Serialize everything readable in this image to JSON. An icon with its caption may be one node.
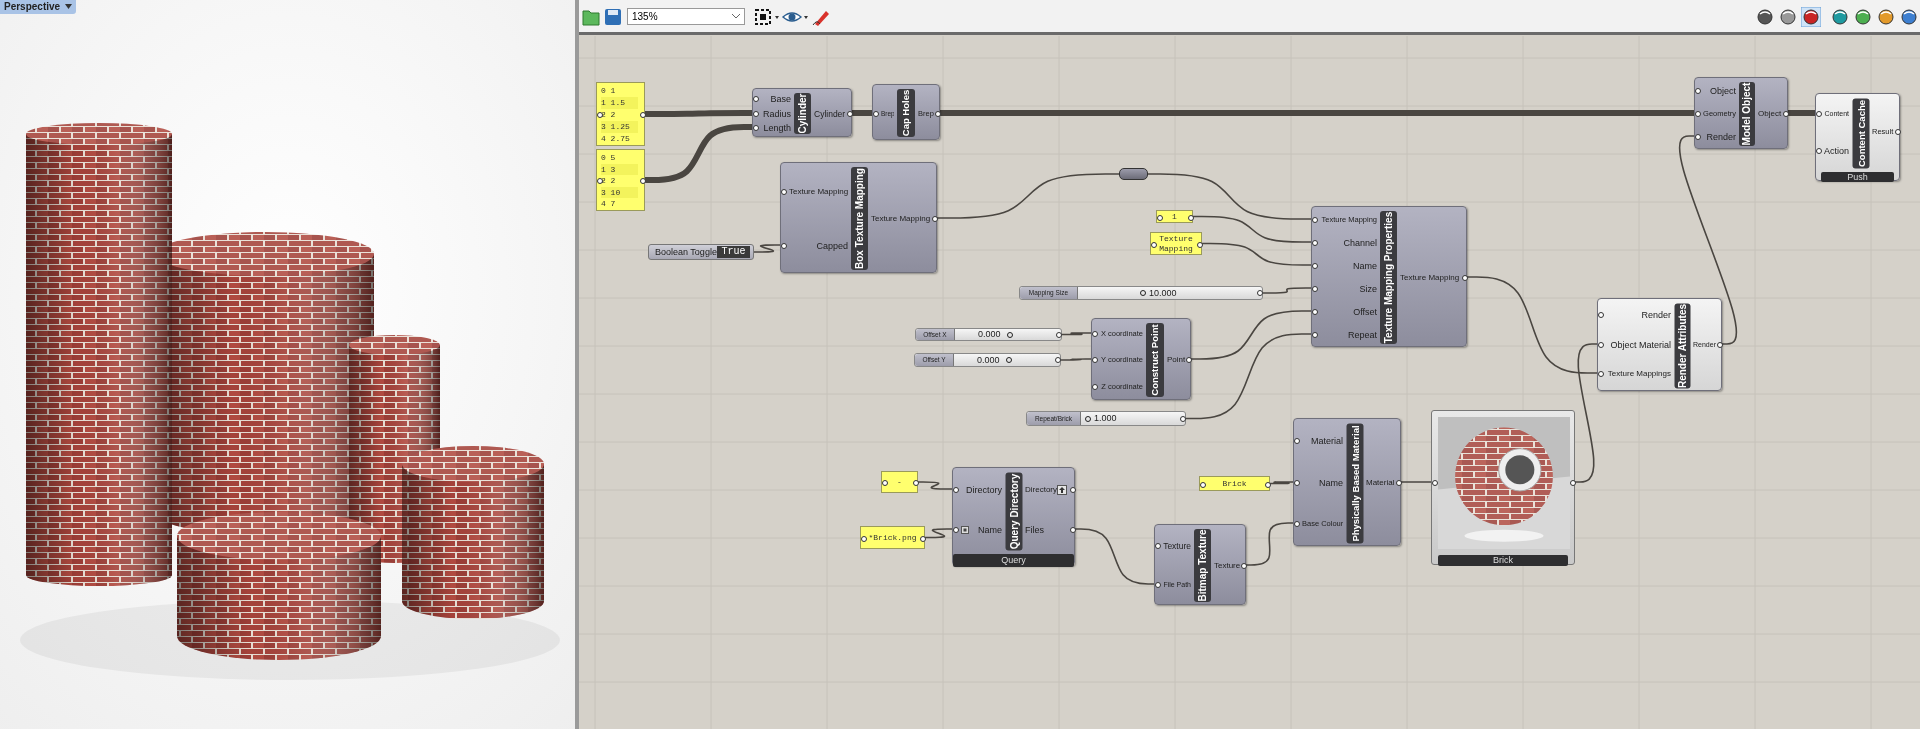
{
  "diagram": {
    "nodes": [
      {
        "text": [
          "0 1",
          "1 1.5",
          "2 2",
          "3 1.25",
          "4 2.75"
        ]
      },
      {
        "text": [
          "Base",
          "Radius",
          "Length",
          "Cylinder",
          "Cylinder"
        ]
      },
      {
        "text": [
          "Brep",
          "Cap Holes",
          "Brep"
        ]
      },
      {
        "text": [
          "Object",
          "Geometry",
          "Render",
          "Model Object",
          "Object"
        ]
      },
      {
        "text": [
          "Content",
          "Action",
          "Content Cache",
          "Result",
          "Push"
        ]
      },
      {
        "text": [
          "0 5",
          "1 3",
          "2 2",
          "3 10",
          "4 7"
        ]
      },
      {
        "text": [
          "Texture Mapping",
          "Capped",
          "Box Texture Mapping",
          "Texture Mapping"
        ]
      },
      {
        "text": [],
        "shape": "box"
      },
      {
        "text": [
          "Boolean Toggle",
          "True"
        ]
      },
      {
        "text": [
          "1"
        ]
      },
      {
        "text": [
          "Texture Mapping"
        ]
      },
      {
        "text": [
          "Texture Mapping",
          "Channel",
          "Name",
          "Size",
          "Offset",
          "Repeat",
          "Texture Mapping Properties",
          "Texture Mapping"
        ]
      },
      {
        "text": [
          "Mapping Size",
          "10.000"
        ]
      },
      {
        "text": [
          "Offset X",
          "0.000"
        ]
      },
      {
        "text": [
          "Offset Y",
          "0.000"
        ]
      },
      {
        "text": [
          "X coordinate",
          "Y coordinate",
          "Z coordinate",
          "Construct Point",
          "Point"
        ]
      },
      {
        "text": [
          "Render",
          "Object Material",
          "Texture Mappings",
          "Render Attributes",
          "Render"
        ]
      },
      {
        "text": [
          "Repeat/Brick",
          "1.000"
        ]
      },
      {
        "text": [
          "Material",
          "Name",
          "Base Colour",
          "Physically Based Material",
          "Material"
        ]
      },
      {
        "text": [
          "Brick"
        ]
      },
      {
        "text": [
          "-"
        ]
      },
      {
        "text": [
          "*Brick.png"
        ]
      },
      {
        "text": [
          "Directory",
          "Name",
          "Query Directory",
          "Directory",
          "Files",
          "Query"
        ]
      },
      {
        "text": [
          "Brick"
        ]
      },
      {
        "text": [
          "Texture",
          "File Path",
          "Bitmap Texture",
          "Texture"
        ]
      }
    ],
    "edges": [
      {
        "from": 0,
        "to": 1,
        "arrow": "none",
        "style": "thick"
      },
      {
        "from": 5,
        "to": 1,
        "arrow": "none",
        "style": "thick"
      },
      {
        "from": 1,
        "to": 2,
        "arrow": "none",
        "style": "thick"
      },
      {
        "from": 2,
        "to": 3,
        "arrow": "none",
        "style": "thick"
      },
      {
        "from": 3,
        "to": 4,
        "arrow": "none",
        "style": "thick"
      },
      {
        "from": 6,
        "to": 7,
        "arrow": "none"
      },
      {
        "from": 7,
        "to": 11,
        "arrow": "none"
      },
      {
        "from": 8,
        "to": 6,
        "arrow": "none"
      },
      {
        "from": 9,
        "to": 11,
        "arrow": "none"
      },
      {
        "from": 10,
        "to": 11,
        "arrow": "none"
      },
      {
        "from": 12,
        "to": 11,
        "arrow": "none"
      },
      {
        "from": 15,
        "to": 11,
        "arrow": "none"
      },
      {
        "from": 17,
        "to": 11,
        "arrow": "none"
      },
      {
        "from": 13,
        "to": 15,
        "arrow": "none"
      },
      {
        "from": 14,
        "to": 15,
        "arrow": "none"
      },
      {
        "from": 11,
        "to": 16,
        "arrow": "none"
      },
      {
        "from": 19,
        "to": 16,
        "arrow": "none"
      },
      {
        "from": 16,
        "to": 3,
        "arrow": "none"
      },
      {
        "from": 18,
        "to": 19,
        "arrow": "none"
      },
      {
        "from": 23,
        "to": 18,
        "arrow": "none"
      },
      {
        "from": 24,
        "to": 18,
        "arrow": "none"
      },
      {
        "from": 22,
        "to": 24,
        "arrow": "none"
      },
      {
        "from": 20,
        "to": 22,
        "arrow": "none"
      },
      {
        "from": 21,
        "to": 22,
        "arrow": "none"
      }
    ],
    "labels": [
      "Perspective",
      "135%"
    ]
  }
}
